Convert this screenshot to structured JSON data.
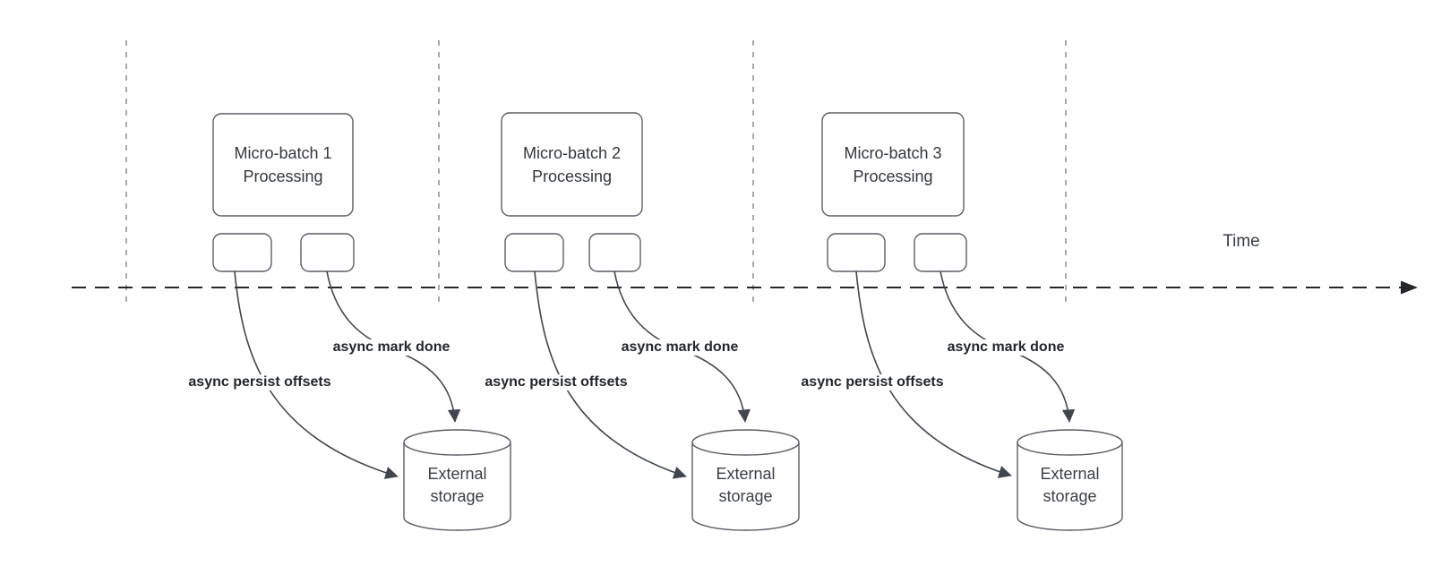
{
  "timeline": {
    "label": "Time"
  },
  "groups": [
    {
      "box_line1": "Micro-batch 1",
      "box_line2": "Processing",
      "persist_label": "async persist offsets",
      "mark_done_label": "async mark done",
      "storage_line1": "External",
      "storage_line2": "storage"
    },
    {
      "box_line1": "Micro-batch 2",
      "box_line2": "Processing",
      "persist_label": "async persist offsets",
      "mark_done_label": "async mark done",
      "storage_line1": "External",
      "storage_line2": "storage"
    },
    {
      "box_line1": "Micro-batch 3",
      "box_line2": "Processing",
      "persist_label": "async persist offsets",
      "mark_done_label": "async mark done",
      "storage_line1": "External",
      "storage_line2": "storage"
    }
  ],
  "colors": {
    "shape_stroke": "#595f66",
    "arrow": "#40464e",
    "timeline": "#23272c",
    "lane_divider": "#a6aaad",
    "edge_label_text": "#22262b",
    "node_text": "#33383e"
  }
}
